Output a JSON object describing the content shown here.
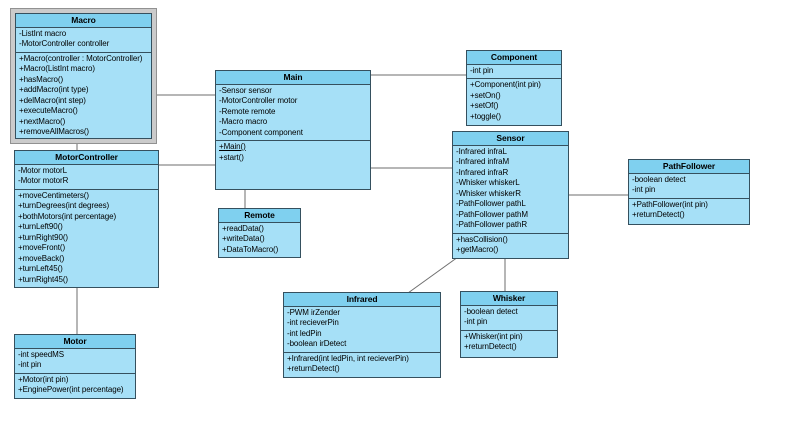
{
  "colors": {
    "canvas_bg": "#ffffff",
    "title_fill": "#7fd0ef",
    "body_fill": "#a6e0f7",
    "border_color": "#35505e",
    "connector_color": "#6e6e6e",
    "selection_fill": "#cbcbcb",
    "selection_border": "#919191"
  },
  "diagram": {
    "classes": [
      {
        "name": "Macro",
        "selected": true,
        "attributes": [
          "-ListInt macro",
          "-MotorController controller"
        ],
        "methods": [
          "+Macro(controller : MotorController)",
          "+Macro(ListInt macro)",
          "+hasMacro()",
          "+addMacro(int type)",
          "+delMacro(int step)",
          "+executeMacro()",
          "+nextMacro()",
          "+removeAllMacros()"
        ]
      },
      {
        "name": "MotorController",
        "selected": false,
        "attributes": [
          "-Motor motorL",
          "-Motor motorR"
        ],
        "methods": [
          "+moveCentimeters()",
          "+turnDegrees(int degrees)",
          "+bothMotors(int percentage)",
          "+turnLeft90()",
          "+turnRight90()",
          "+moveFront()",
          "+moveBack()",
          "+turnLeft45()",
          "+turnRight45()"
        ]
      },
      {
        "name": "Motor",
        "selected": false,
        "attributes": [
          "-int speedMS",
          "-int pin"
        ],
        "methods": [
          "+Motor(int pin)",
          "+EnginePower(int percentage)"
        ]
      },
      {
        "name": "Main",
        "selected": false,
        "attributes": [
          "-Sensor sensor",
          "-MotorController motor",
          "-Remote remote",
          "-Macro macro",
          "-Component component"
        ],
        "methods": [
          "+Main()",
          "+start()"
        ]
      },
      {
        "name": "Remote",
        "selected": false,
        "attributes": [],
        "methods": [
          "+readData()",
          "+writeData()",
          "+DataToMacro()"
        ]
      },
      {
        "name": "Component",
        "selected": false,
        "attributes": [
          "-int pin"
        ],
        "methods": [
          "+Component(int pin)",
          "+setOn()",
          "+setOf()",
          "+toggle()"
        ]
      },
      {
        "name": "Sensor",
        "selected": false,
        "attributes": [
          "-Infrared infraL",
          "-Infrared infraM",
          "-Infrared infraR",
          "-Whisker whiskerL",
          "-Whisker whiskerR",
          "-PathFollower pathL",
          "-PathFollower pathM",
          "-PathFollower pathR"
        ],
        "methods": [
          "+hasCollision()",
          "+getMacro()"
        ]
      },
      {
        "name": "PathFollower",
        "selected": false,
        "attributes": [
          "-boolean detect",
          "-int pin"
        ],
        "methods": [
          "+PathFollower(int pin)",
          "+returnDetect()"
        ]
      },
      {
        "name": "Infrared",
        "selected": false,
        "attributes": [
          "-PWM irZender",
          "-int recieverPin",
          "-int ledPin",
          "-boolean irDetect"
        ],
        "methods": [
          "+Infrared(int ledPin, int recieverPin)",
          "+returnDetect()"
        ]
      },
      {
        "name": "Whisker",
        "selected": false,
        "attributes": [
          "-boolean detect",
          "-int pin"
        ],
        "methods": [
          "+Whisker(int pin)",
          "+returnDetect()"
        ]
      }
    ],
    "connectors": [
      {
        "from": "Macro",
        "to": "Main"
      },
      {
        "from": "Macro",
        "to": "MotorController"
      },
      {
        "from": "MotorController",
        "to": "Main"
      },
      {
        "from": "MotorController",
        "to": "Motor"
      },
      {
        "from": "Main",
        "to": "Component"
      },
      {
        "from": "Main",
        "to": "Sensor"
      },
      {
        "from": "Main",
        "to": "Remote"
      },
      {
        "from": "Sensor",
        "to": "PathFollower"
      },
      {
        "from": "Sensor",
        "to": "Whisker"
      },
      {
        "from": "Sensor",
        "to": "Infrared"
      }
    ]
  }
}
